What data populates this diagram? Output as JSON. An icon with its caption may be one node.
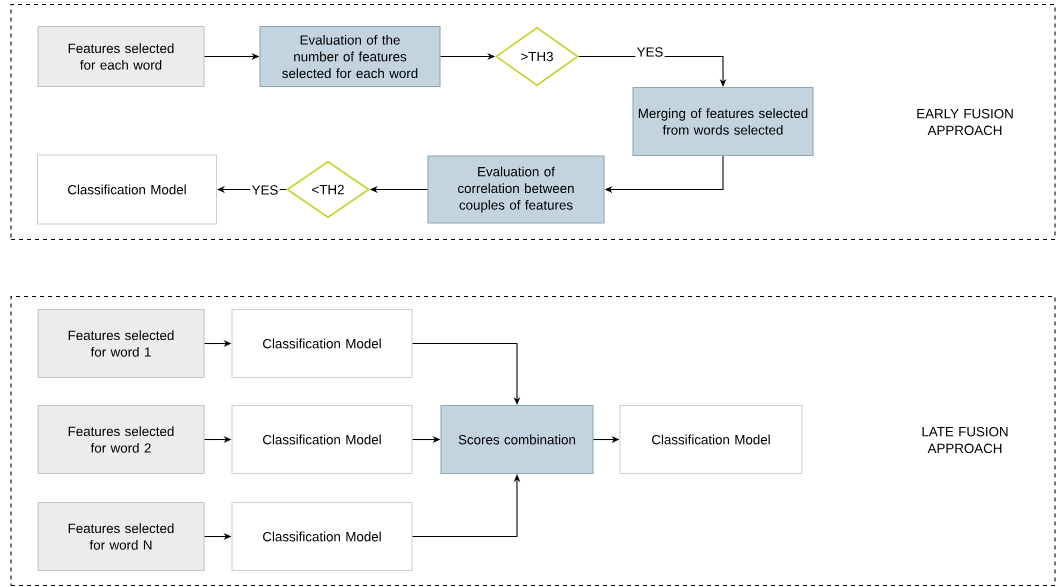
{
  "diagram": {
    "nodes": [
      {
        "text": [
          "EARLY FUSION APPROACH"
        ]
      },
      {
        "text": [
          "Features selected for each word"
        ],
        "in": 0
      },
      {
        "text": [
          "Evaluation of the number of features selected for each word"
        ],
        "in": 0
      },
      {
        "text": [
          ">TH3"
        ],
        "in": 0
      },
      {
        "text": [
          "Merging of features selected from words selected"
        ],
        "in": 0
      },
      {
        "text": [
          "Evaluation of correlation between couples of features"
        ],
        "in": 0
      },
      {
        "text": [
          "<TH2"
        ],
        "in": 0
      },
      {
        "text": [
          "Classification Model"
        ],
        "in": 0
      },
      {
        "text": [
          "LATE FUSION APPROACH"
        ]
      },
      {
        "text": [
          "Features selected for word 1"
        ],
        "in": 8
      },
      {
        "text": [
          "Classification Model"
        ],
        "in": 8
      },
      {
        "text": [
          "Features selected for word 2"
        ],
        "in": 8
      },
      {
        "text": [
          "Classification Model"
        ],
        "in": 8
      },
      {
        "text": [
          "Scores combination"
        ],
        "in": 8
      },
      {
        "text": [
          "Classification Model"
        ],
        "in": 8
      },
      {
        "text": [
          "Features selected for word N"
        ],
        "in": 8
      },
      {
        "text": [
          "Classification Model"
        ],
        "in": 8
      }
    ],
    "edges": [
      {
        "from": 1,
        "to": 2,
        "arrow": "to"
      },
      {
        "from": 2,
        "to": 3,
        "arrow": "to"
      },
      {
        "from": 3,
        "to": 4,
        "arrow": "to",
        "label": "YES"
      },
      {
        "from": 4,
        "to": 5,
        "arrow": "to"
      },
      {
        "from": 5,
        "to": 6,
        "arrow": "to"
      },
      {
        "from": 6,
        "to": 7,
        "arrow": "to",
        "label": "YES"
      },
      {
        "from": 9,
        "to": 10,
        "arrow": "to"
      },
      {
        "from": 10,
        "to": 13,
        "arrow": "to"
      },
      {
        "from": 11,
        "to": 12,
        "arrow": "to"
      },
      {
        "from": 12,
        "to": 13,
        "arrow": "to"
      },
      {
        "from": 13,
        "to": 14,
        "arrow": "to"
      },
      {
        "from": 15,
        "to": 16,
        "arrow": "to"
      },
      {
        "from": 16,
        "to": 13,
        "arrow": "to"
      }
    ]
  }
}
